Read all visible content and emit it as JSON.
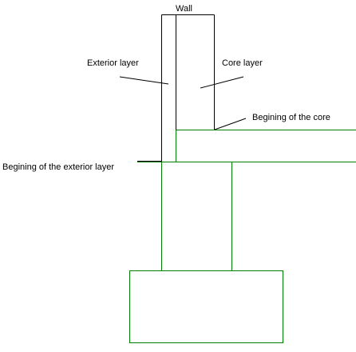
{
  "labels": {
    "wall": "Wall",
    "exterior_layer": "Exterior layer",
    "core_layer": "Core layer",
    "beginning_of_core": "Begining of the core",
    "beginning_of_exterior_layer": "Begining of the exterior layer"
  },
  "colors": {
    "wall_lines": "#000000",
    "foundation_lines": "#008000",
    "text": "#000000",
    "background": "#ffffff"
  }
}
